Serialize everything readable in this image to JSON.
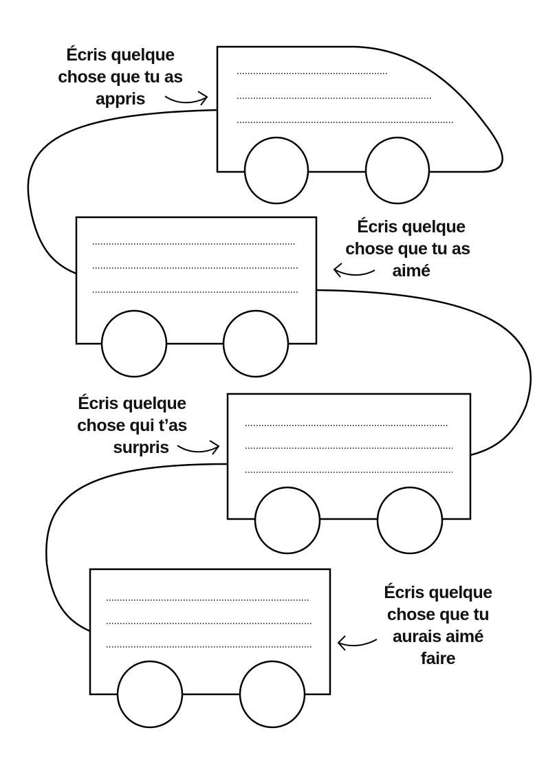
{
  "prompts": [
    {
      "lines": [
        "Écris quelque",
        "chose que tu as",
        "appris"
      ]
    },
    {
      "lines": [
        "Écris quelque",
        "chose que tu as",
        "aimé"
      ]
    },
    {
      "lines": [
        "Écris quelque",
        "chose qui t’as",
        "surpris"
      ]
    },
    {
      "lines": [
        "Écris quelque",
        "chose que tu",
        "aurais aimé",
        "faire"
      ]
    }
  ],
  "colors": {
    "ink": "#000000",
    "background": "#ffffff"
  }
}
